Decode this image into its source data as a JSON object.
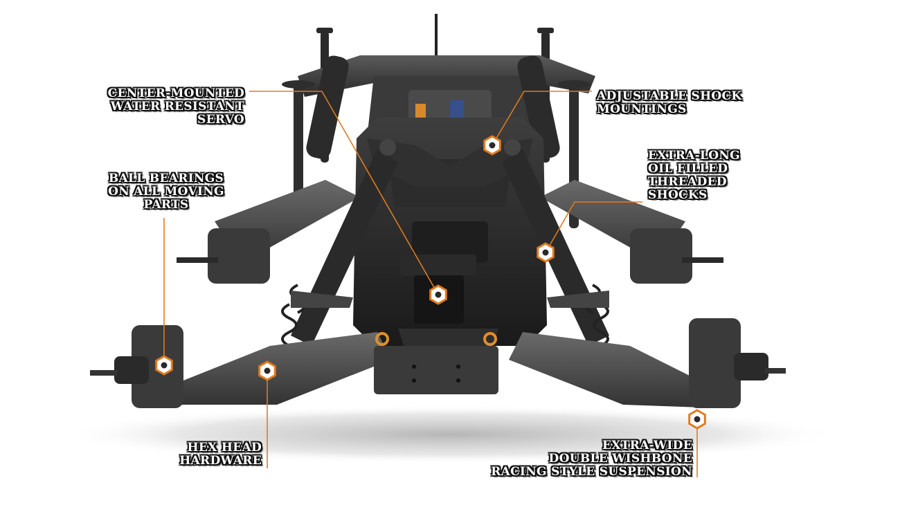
{
  "accent_color": "#e07b1f",
  "callouts": {
    "servo": {
      "lines": [
        "CENTER-MOUNTED",
        "WATER RESISTANT",
        "SERVO"
      ]
    },
    "shock_mounts": {
      "lines": [
        "ADJUSTABLE SHOCK",
        "MOUNTINGS"
      ]
    },
    "shocks": {
      "lines": [
        "EXTRA-LONG",
        "OIL FILLED",
        "THREADED",
        "SHOCKS"
      ]
    },
    "bearings": {
      "lines": [
        "BALL BEARINGS",
        "ON ALL MOVING",
        "PARTS"
      ]
    },
    "hardware": {
      "lines": [
        "HEX HEAD",
        "HARDWARE"
      ]
    },
    "suspension": {
      "lines": [
        "EXTRA-WIDE",
        "DOUBLE WISHBONE",
        "RACING STYLE SUSPENSION"
      ]
    }
  }
}
